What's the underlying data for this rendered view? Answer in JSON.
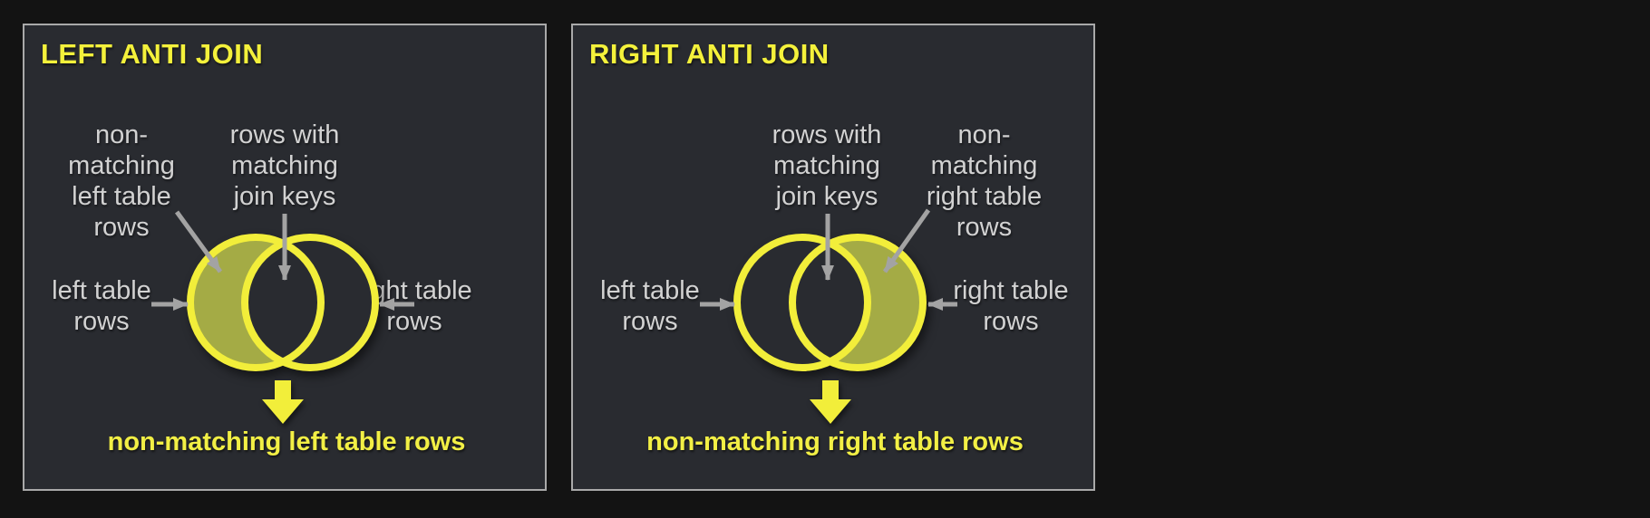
{
  "colors": {
    "canvas_bg": "#131313",
    "panel_bg": "#292b30",
    "panel_border": "#a9a9a9",
    "title_yellow": "#f4f13b",
    "venn_yellow": "#f2ee3a",
    "region_fill": "#a4ab45",
    "label_gray": "#d2d2d2",
    "arrow_gray": "#a3a3a3"
  },
  "panels": [
    {
      "title": "LEFT ANTI JOIN",
      "highlighted_circle": "left",
      "labels": {
        "outer_lines": [
          "non-",
          "matching",
          "left table",
          "rows"
        ],
        "overlap_lines": [
          "rows with",
          "matching",
          "join keys"
        ],
        "left_circle_lines": [
          "left table",
          "rows"
        ],
        "right_circle_lines": [
          "right table",
          "rows"
        ]
      },
      "caption": "non-matching left table rows"
    },
    {
      "title": "RIGHT ANTI JOIN",
      "highlighted_circle": "right",
      "labels": {
        "outer_lines": [
          "non-",
          "matching",
          "right table",
          "rows"
        ],
        "overlap_lines": [
          "rows with",
          "matching",
          "join keys"
        ],
        "left_circle_lines": [
          "left table",
          "rows"
        ],
        "right_circle_lines": [
          "right table",
          "rows"
        ]
      },
      "caption": "non-matching right table rows"
    }
  ]
}
